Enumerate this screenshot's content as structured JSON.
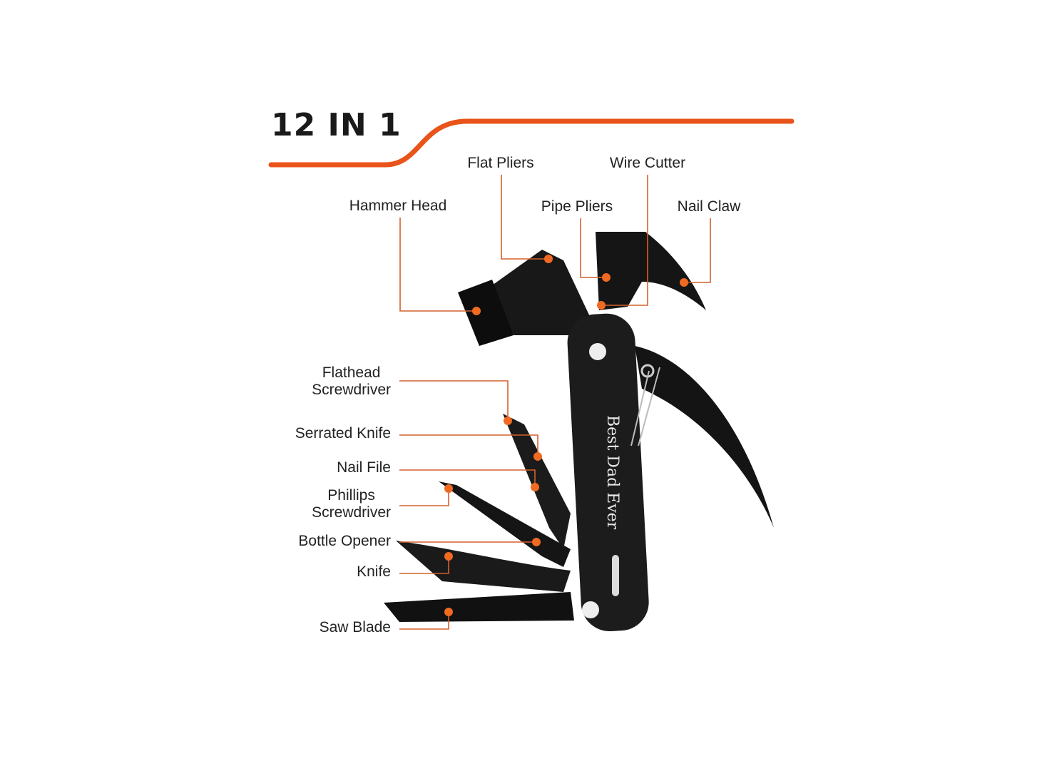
{
  "title": "12 IN 1",
  "accent_color": "#e8541a",
  "engraving": "Best Dad Ever",
  "labels": {
    "flat_pliers": "Flat Pliers",
    "wire_cutter": "Wire Cutter",
    "hammer_head": "Hammer Head",
    "pipe_pliers": "Pipe Pliers",
    "nail_claw": "Nail Claw",
    "flathead_1": "Flathead",
    "flathead_2": "Screwdriver",
    "serrated_knife": "Serrated Knife",
    "nail_file": "Nail File",
    "phillips_1": "Phillips",
    "phillips_2": "Screwdriver",
    "bottle_opener": "Bottle Opener",
    "knife": "Knife",
    "saw_blade": "Saw Blade"
  }
}
